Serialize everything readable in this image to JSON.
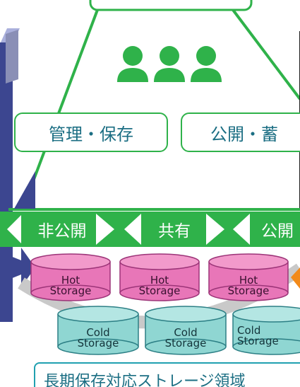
{
  "colors": {
    "green": "#2fb24a",
    "blue_text": "#1b6e83",
    "hot_fill": "#e876b8",
    "cold_fill": "#8fd6d2",
    "navy": "#3c4690",
    "dark": "#222222"
  },
  "icons": {
    "people": "people-group-icon"
  },
  "labels": {
    "manage_store": "管理・保存",
    "publish_accum": "公開・蓄",
    "private": "非公開",
    "shared": "共有",
    "public": "公開",
    "long_term": "長期保存対応ストレージ領域"
  },
  "storage": {
    "hot": [
      {
        "line1": "Hot",
        "line2": "Storage"
      },
      {
        "line1": "Hot",
        "line2": "Storage"
      },
      {
        "line1": "Hot",
        "line2": "Storage"
      }
    ],
    "cold": [
      {
        "line1": "Cold",
        "line2": "Storage"
      },
      {
        "line1": "Cold",
        "line2": "Storage"
      },
      {
        "line1": "Cold",
        "line2": "Storage"
      }
    ]
  }
}
